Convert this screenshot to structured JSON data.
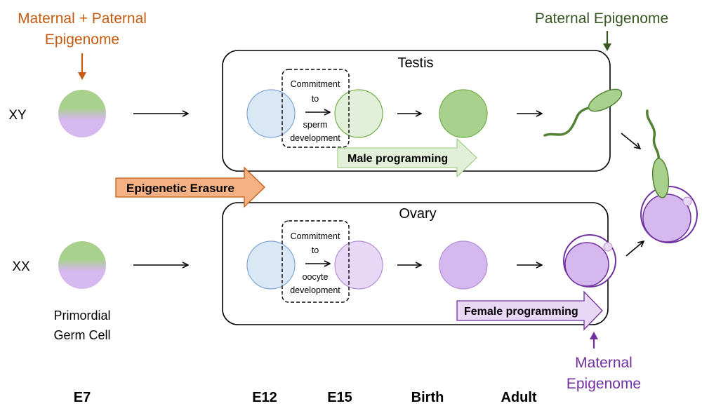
{
  "labels": {
    "maternal_paternal_line1": "Maternal + Paternal",
    "maternal_paternal_line2": "Epigenome",
    "paternal_epigenome": "Paternal Epigenome",
    "maternal_line1": "Maternal",
    "maternal_line2": "Epigenome",
    "xy": "XY",
    "xx": "XX",
    "pgc_line1": "Primordial",
    "pgc_line2": "Germ Cell",
    "testis": "Testis",
    "ovary": "Ovary",
    "epigenetic_erasure": "Epigenetic Erasure",
    "male_programming": "Male programming",
    "female_programming": "Female programming",
    "commit_sperm": [
      "Commitment",
      "to",
      "sperm",
      "development"
    ],
    "commit_oocyte": [
      "Commitment",
      "to",
      "oocyte",
      "development"
    ]
  },
  "timeline": [
    "E7",
    "E12",
    "E15",
    "Birth",
    "Adult"
  ],
  "colors": {
    "maternal_paternal_label": "#c55a11",
    "paternal_label": "#375623",
    "maternal_label": "#7030a0",
    "green_cell": "#a9d18e",
    "light_green_cell": "#e2f0d9",
    "purple_cell": "#d5b8ee",
    "light_purple_cell": "#e8d7f5",
    "blue_cell": "#dae8f6",
    "erasure_fill": "#f4b183",
    "male_prog_fill": "#e2f0d9",
    "female_prog_fill": "#e8d7f5"
  }
}
